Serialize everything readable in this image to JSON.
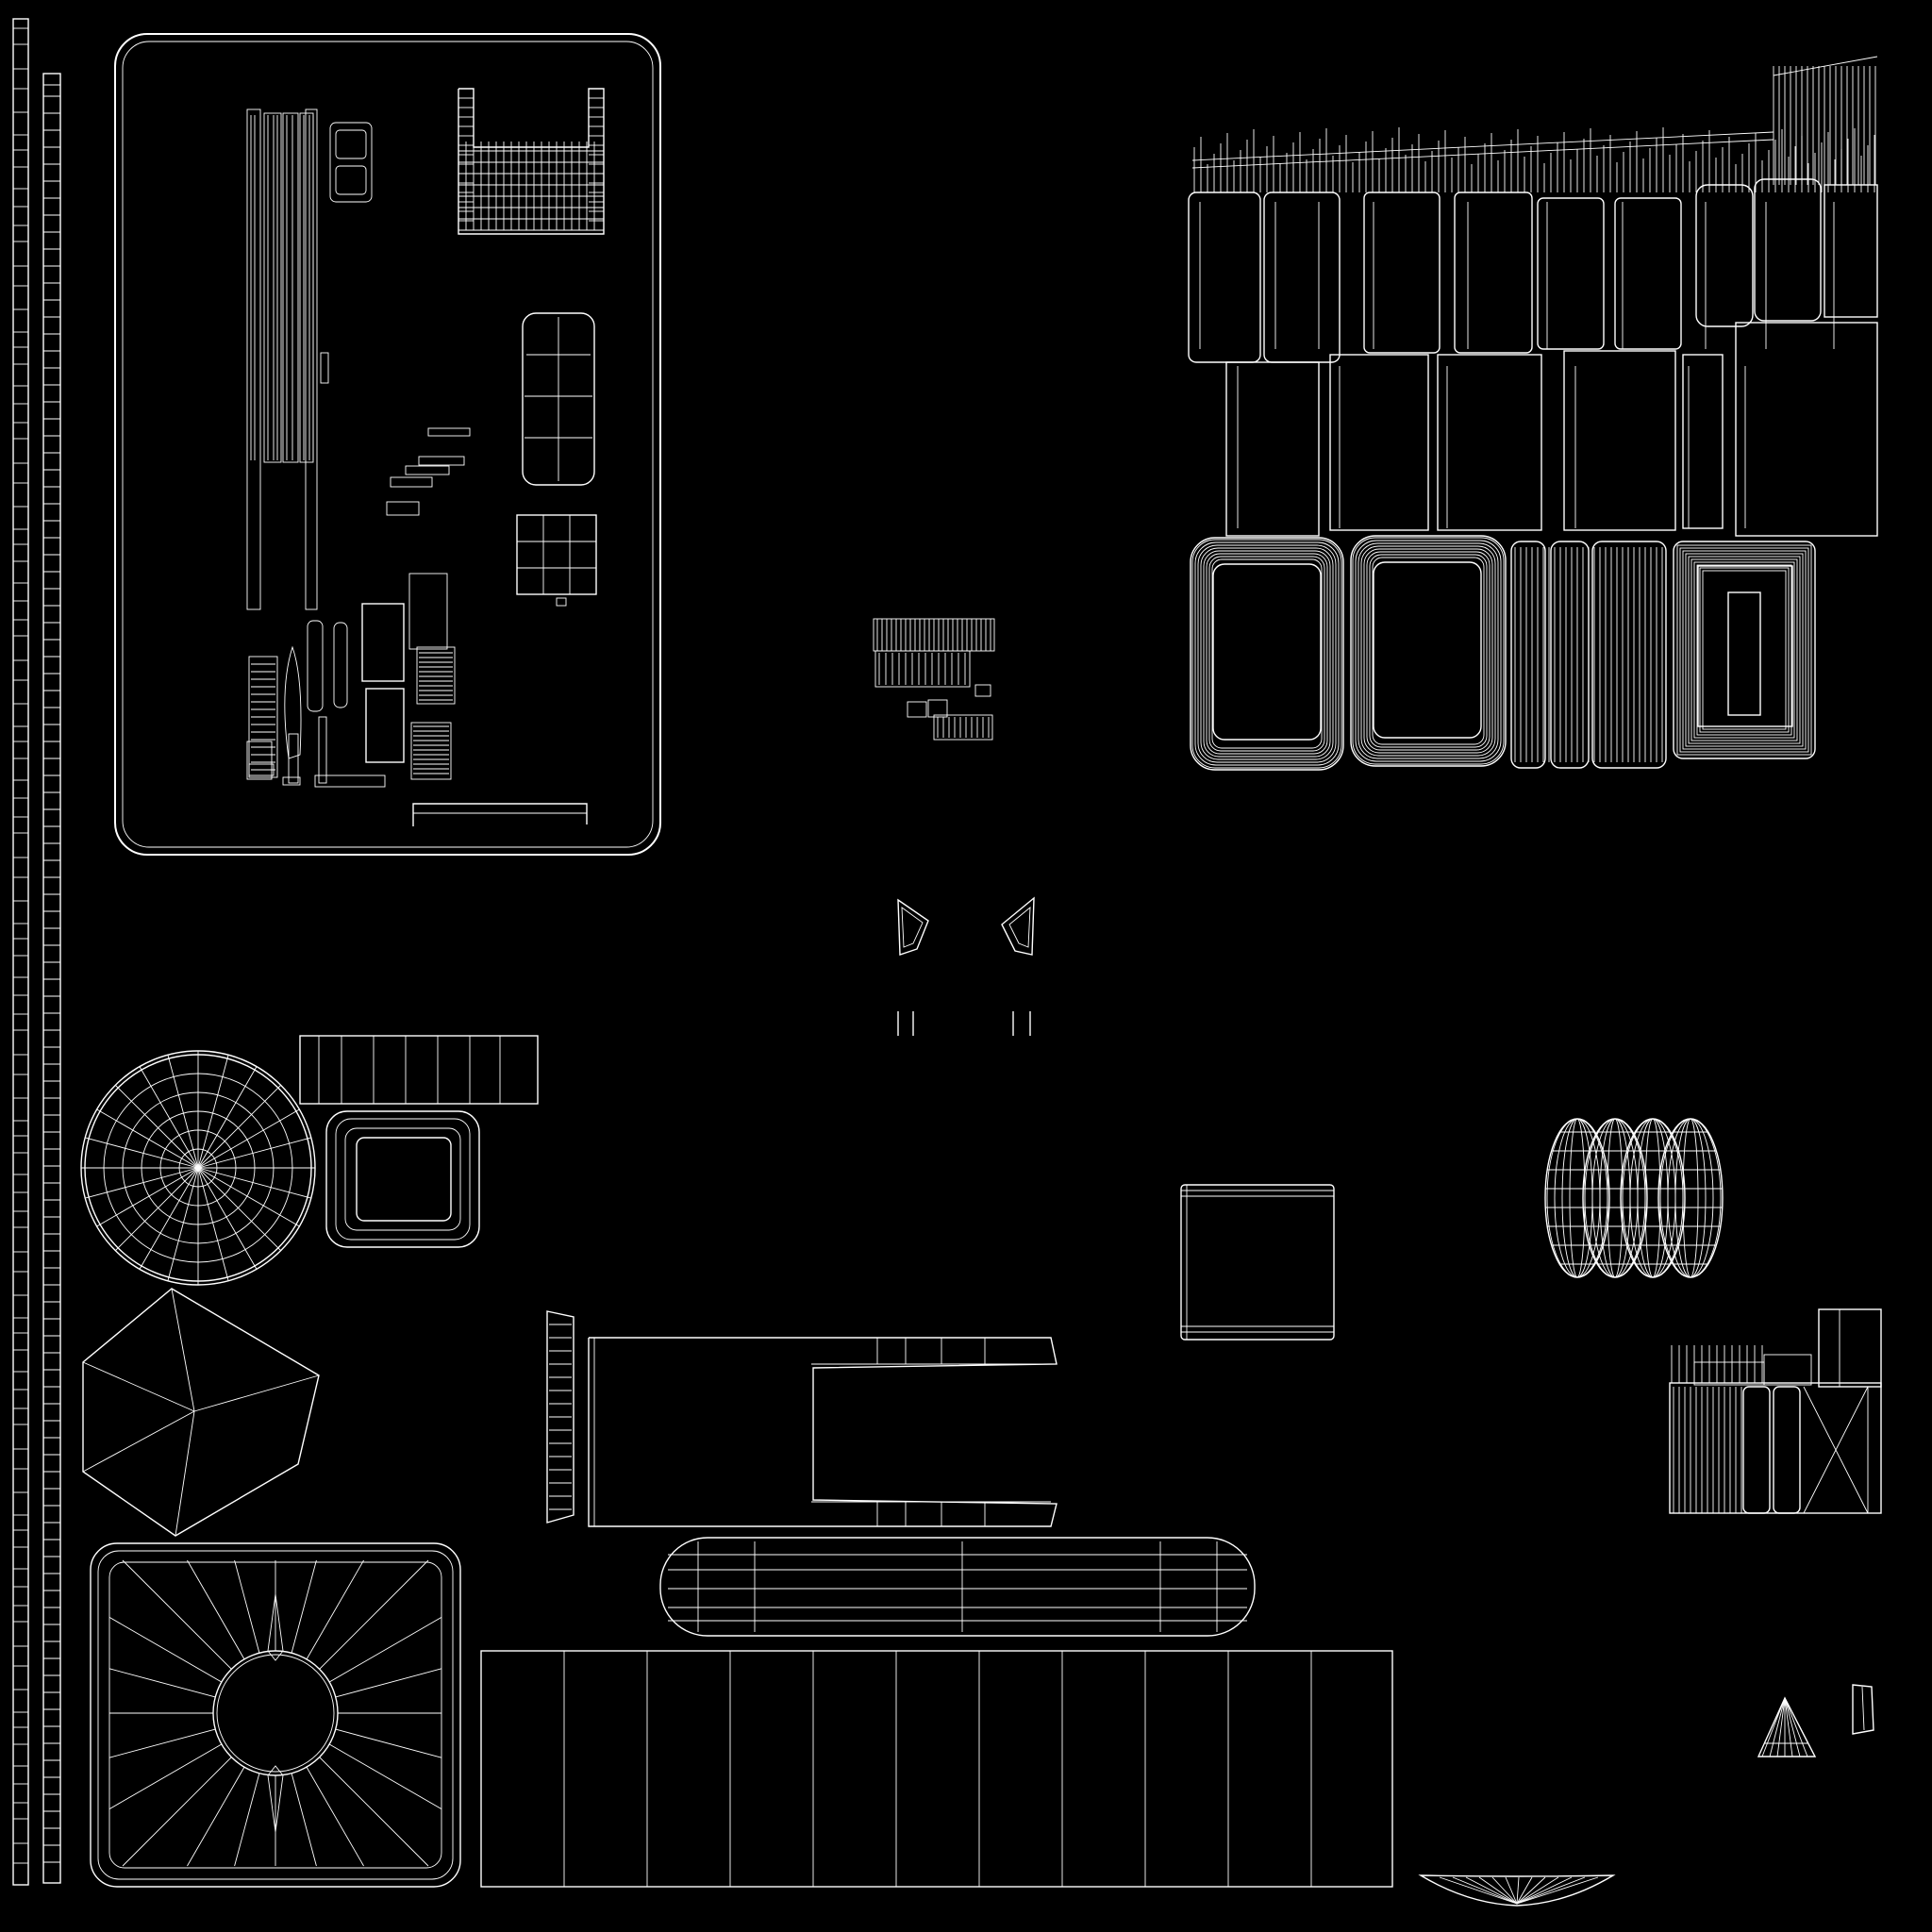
{
  "view": {
    "type": "uv-wireframe-layout",
    "background_color": "#000000",
    "wire_color": "#ffffff"
  },
  "islands": [
    {
      "id": "left-strip-outer"
    },
    {
      "id": "left-strip-inner"
    },
    {
      "id": "rounded-panel"
    },
    {
      "id": "panel-long-bars"
    },
    {
      "id": "panel-small-frame"
    },
    {
      "id": "panel-top-bracket"
    },
    {
      "id": "panel-pill-grid"
    },
    {
      "id": "panel-steps"
    },
    {
      "id": "panel-square-grid"
    },
    {
      "id": "panel-small-parts"
    },
    {
      "id": "panel-bottom-rail"
    },
    {
      "id": "top-right-cluster"
    },
    {
      "id": "center-small-cluster"
    },
    {
      "id": "center-triangles"
    },
    {
      "id": "center-tiny-pairs"
    },
    {
      "id": "radial-disc"
    },
    {
      "id": "segmented-bar"
    },
    {
      "id": "rounded-square-ring"
    },
    {
      "id": "pentagon"
    },
    {
      "id": "bracket-frame"
    },
    {
      "id": "square-box"
    },
    {
      "id": "ellipse-stack"
    },
    {
      "id": "right-mid-cluster"
    },
    {
      "id": "rounded-capsule"
    },
    {
      "id": "ring-frame"
    },
    {
      "id": "striped-rectangle"
    },
    {
      "id": "small-cone"
    },
    {
      "id": "small-quad"
    },
    {
      "id": "bottom-arc"
    }
  ]
}
